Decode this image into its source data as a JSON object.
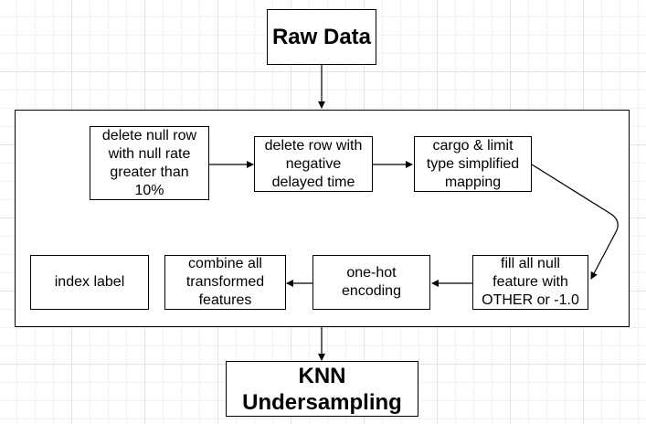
{
  "diagram": {
    "raw_data": "Raw Data",
    "steps": {
      "delete_null_row": "delete null row\nwith null rate\ngreater than\n10%",
      "delete_negative_delay": "delete row with\nnegative\ndelayed time",
      "cargo_limit_mapping": "cargo & limit\ntype simplified\nmapping",
      "fill_null": "fill all null\nfeature with\nOTHER or -1.0",
      "one_hot": "one-hot\nencoding",
      "combine_features": "combine all\ntransformed\nfeatures",
      "index_label": "index label"
    },
    "knn": "KNN\nUndersampling"
  }
}
